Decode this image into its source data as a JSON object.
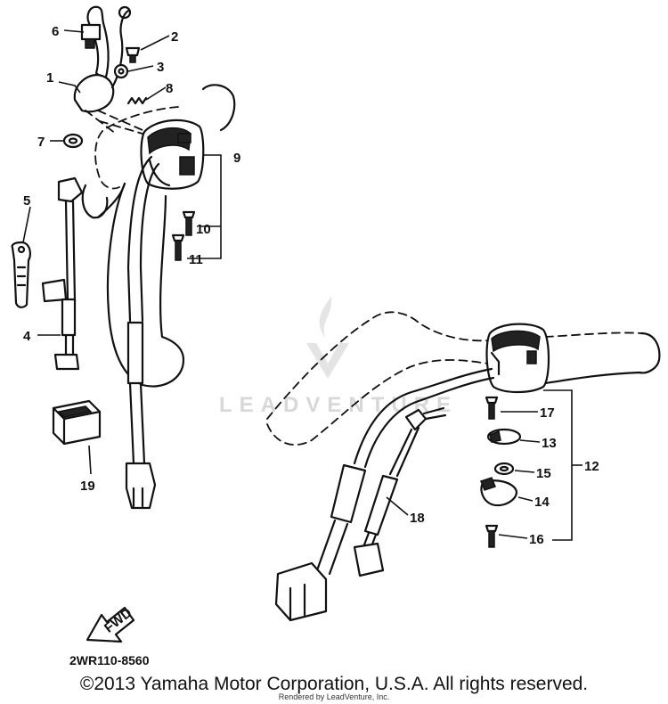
{
  "diagram": {
    "callouts": [
      "1",
      "2",
      "3",
      "4",
      "5",
      "6",
      "7",
      "8",
      "9",
      "10",
      "11",
      "12",
      "13",
      "14",
      "15",
      "16",
      "17",
      "18",
      "19"
    ],
    "code": "2WR110-8560",
    "fwd_label": "FWD"
  },
  "watermark": {
    "text": "LEADVENTURE"
  },
  "footer": {
    "copyright": "©2013 Yamaha Motor Corporation, U.S.A. All rights reserved.",
    "rendered_by": "Rendered by LeadVenture, Inc."
  }
}
